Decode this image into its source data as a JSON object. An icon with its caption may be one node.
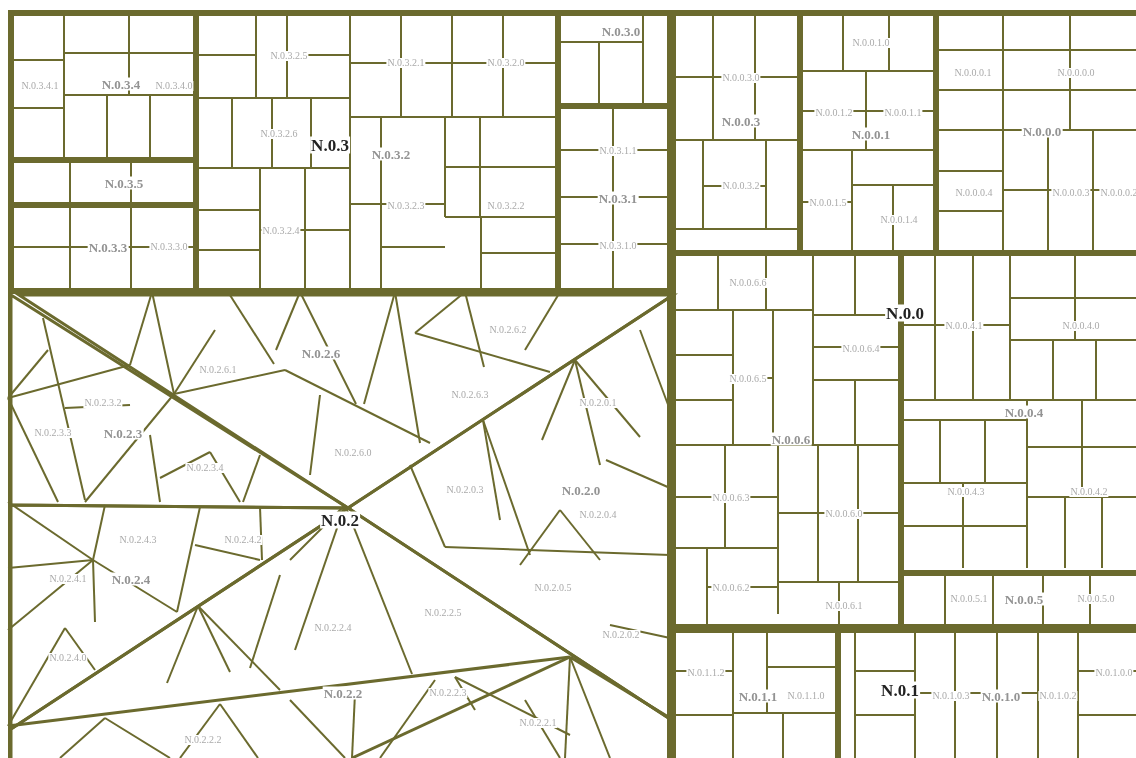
{
  "diagram": {
    "nodes": [
      {
        "text": [],
        "shape": "box"
      },
      {
        "text": [
          "N.0.3.4.1",
          "N.0.3.4",
          "N.0.3.4.0"
        ],
        "in": 0
      },
      {
        "text": [
          "N.0.3.2.5",
          "N.0.3.2.1",
          "N.0.3.2.0",
          "N.0.3.2.6",
          "N.0.3.2",
          "N.0.3.2.3",
          "N.0.3.2.2",
          "N.0.3.2.4"
        ],
        "in": 0
      },
      {
        "text": [
          "N.0.3.0"
        ],
        "in": 0
      },
      {
        "text": [
          "N.0.3.1.1",
          "N.0.3.1",
          "N.0.3.1.0"
        ],
        "in": 0
      },
      {
        "text": [
          "N.0.3.5"
        ],
        "in": 0
      },
      {
        "text": [
          "N.0.3.3",
          "N.0.3.3.0"
        ],
        "in": 0
      },
      {
        "text": [],
        "shape": "box"
      },
      {
        "text": [
          "N.0.0.3.0",
          "N.0.0.3",
          "N.0.0.3.2"
        ],
        "in": 7
      },
      {
        "text": [
          "N.0.0.1.0",
          "N.0.0.1.2",
          "N.0.0.1.1",
          "N.0.0.1",
          "N.0.0.1.5",
          "N.0.0.1.4"
        ],
        "in": 7
      },
      {
        "text": [
          "N.0.0.0.1",
          "N.0.0.0.0",
          "N.0.0.0",
          "N.0.0.0.4",
          "N.0.0.0.3",
          "N.0.0.0.2"
        ],
        "in": 7
      },
      {
        "text": [
          "N.0.0.6.6",
          "N.0.0.6.4",
          "N.0.0.6.5",
          "N.0.0.6",
          "N.0.0.6.3",
          "N.0.0.6.0",
          "N.0.0.6.2",
          "N.0.0.6.1"
        ],
        "in": 7
      },
      {
        "text": [
          "N.0.0.4.1",
          "N.0.0.4.0",
          "N.0.0.4",
          "N.0.0.4.3",
          "N.0.0.4.2"
        ],
        "in": 7
      },
      {
        "text": [
          "N.0.0.5.1",
          "N.0.0.5",
          "N.0.0.5.0"
        ],
        "in": 7
      },
      {
        "text": [],
        "shape": "box"
      },
      {
        "text": [
          "N.0.2.6.2",
          "N.0.2.6",
          "N.0.2.6.1",
          "N.0.2.6.3",
          "N.0.2.6.0"
        ],
        "in": 14
      },
      {
        "text": [
          "N.0.2.3.2",
          "N.0.2.3.3",
          "N.0.2.3",
          "N.0.2.3.4"
        ],
        "in": 14
      },
      {
        "text": [
          "N.0.2.0.1",
          "N.0.2.0.3",
          "N.0.2.0",
          "N.0.2.0.4",
          "N.0.2.0.5",
          "N.0.2.0.2"
        ],
        "in": 14
      },
      {
        "text": [
          "N.0.2.4.3",
          "N.0.2.4.2",
          "N.0.2.4.1",
          "N.0.2.4",
          "N.0.2.4.0"
        ],
        "in": 14
      },
      {
        "text": [
          "N.0.2.2.5",
          "N.0.2.2.4",
          "N.0.2.2",
          "N.0.2.2.3",
          "N.0.2.2.1",
          "N.0.2.2.2"
        ],
        "in": 14
      },
      {
        "text": [],
        "shape": "box"
      },
      {
        "text": [
          "N.0.1.1.2",
          "N.0.1.1",
          "N.0.1.1.0"
        ],
        "in": 20
      },
      {
        "text": [
          "N.0.1.0.0",
          "N.0.1.0.3",
          "N.0.1.0",
          "N.0.1.0.2"
        ],
        "in": 20
      }
    ],
    "labels": [
      "N.0.3",
      "N.0.0",
      "N.0.2",
      "N.0.1"
    ]
  }
}
